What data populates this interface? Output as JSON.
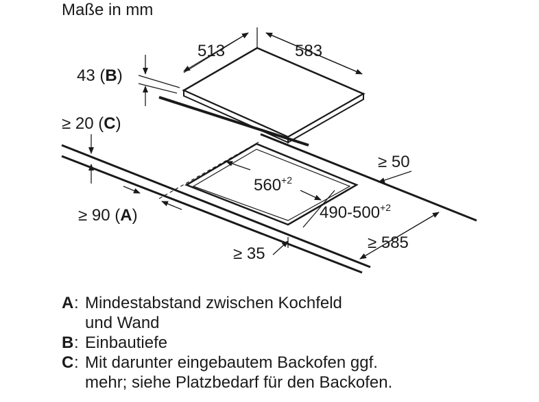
{
  "title": "Maße in mm",
  "dimensions": {
    "depth": "513",
    "width": "583",
    "height_value": "43",
    "height_ref": "B",
    "clearance_value": "≥ 20",
    "clearance_ref": "C",
    "wall_value": "≥ 90",
    "wall_ref": "A",
    "cutout_width": "560",
    "cutout_width_tol": "+2",
    "cutout_depth": "490-500",
    "cutout_depth_tol": "+2",
    "right_margin": "≥ 50",
    "worktop_depth": "≥ 585",
    "front_margin": "≥ 35"
  },
  "legend": {
    "a_key": "A",
    "a_text_1": "Mindestabstand zwischen Kochfeld",
    "a_text_2": "und Wand",
    "b_key": "B",
    "b_text": "Einbautiefe",
    "c_key": "C",
    "c_text_1": "Mit darunter eingebautem Backofen ggf.",
    "c_text_2": "mehr; siehe Platzbedarf für den Backofen."
  }
}
